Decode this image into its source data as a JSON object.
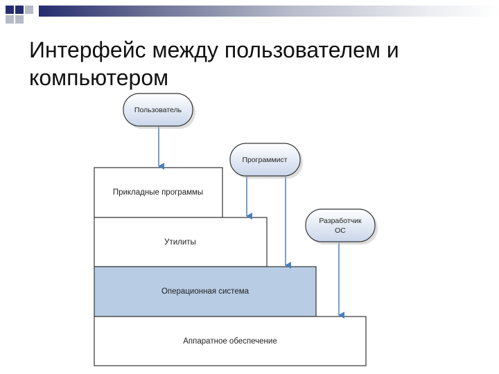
{
  "slide": {
    "title": "Интерфейс между пользователем и компьютером"
  },
  "diagram": {
    "actors": {
      "user": "Пользователь",
      "programmer": "Программист",
      "os_developer_line1": "Разработчик",
      "os_developer_line2": "ОС"
    },
    "layers": {
      "applications": "Прикладные программы",
      "utilities": "Утилиты",
      "operating_system": "Операционная система",
      "hardware": "Аппаратное обеспечение"
    }
  },
  "colors": {
    "title_bar_dark": "#252d6e",
    "deco_square_gray": "#b7bac7",
    "os_layer_fill": "#b8cce4",
    "actor_fill_top": "#ffffff",
    "actor_fill_bottom": "#c9d6ea",
    "arrow_color": "#4a7ebb",
    "layer_border": "#333333"
  }
}
